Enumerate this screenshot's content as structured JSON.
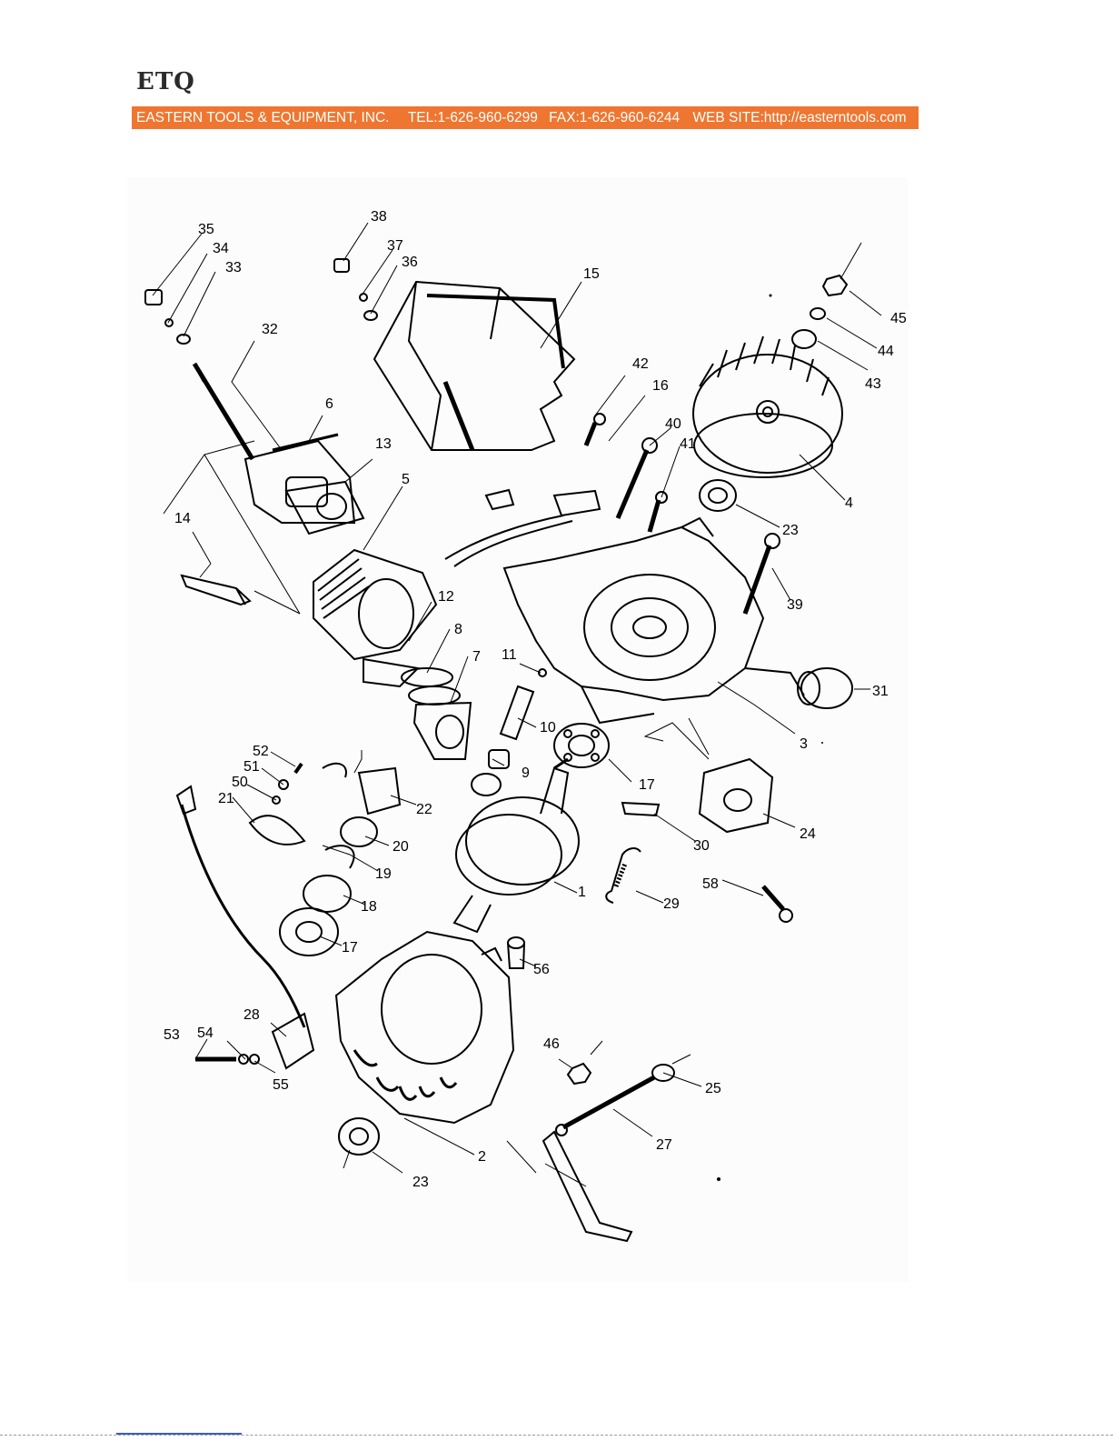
{
  "header": {
    "logo": "ETQ",
    "company": "EASTERN TOOLS & EQUIPMENT, INC.",
    "tel": "TEL:1-626-960-6299",
    "fax": "FAX:1-626-960-6244",
    "web": "WEB SITE:http://easterntools.com"
  },
  "colors": {
    "banner": "#ee7630",
    "banner_text": "#ffffff",
    "line_art": "#000000"
  },
  "diagram": {
    "part_labels": [
      "35",
      "34",
      "33",
      "38",
      "37",
      "36",
      "15",
      "32",
      "6",
      "13",
      "5",
      "14",
      "12",
      "8",
      "7",
      "11",
      "10",
      "9",
      "42",
      "16",
      "40",
      "41",
      "45",
      "44",
      "43",
      "4",
      "23",
      "39",
      "31",
      "3",
      "17",
      "24",
      "30",
      "52",
      "51",
      "50",
      "21",
      "22",
      "20",
      "19",
      "18",
      "17",
      "1",
      "29",
      "58",
      "56",
      "28",
      "53",
      "54",
      "55",
      "46",
      "25",
      "27",
      "2",
      "23"
    ]
  }
}
